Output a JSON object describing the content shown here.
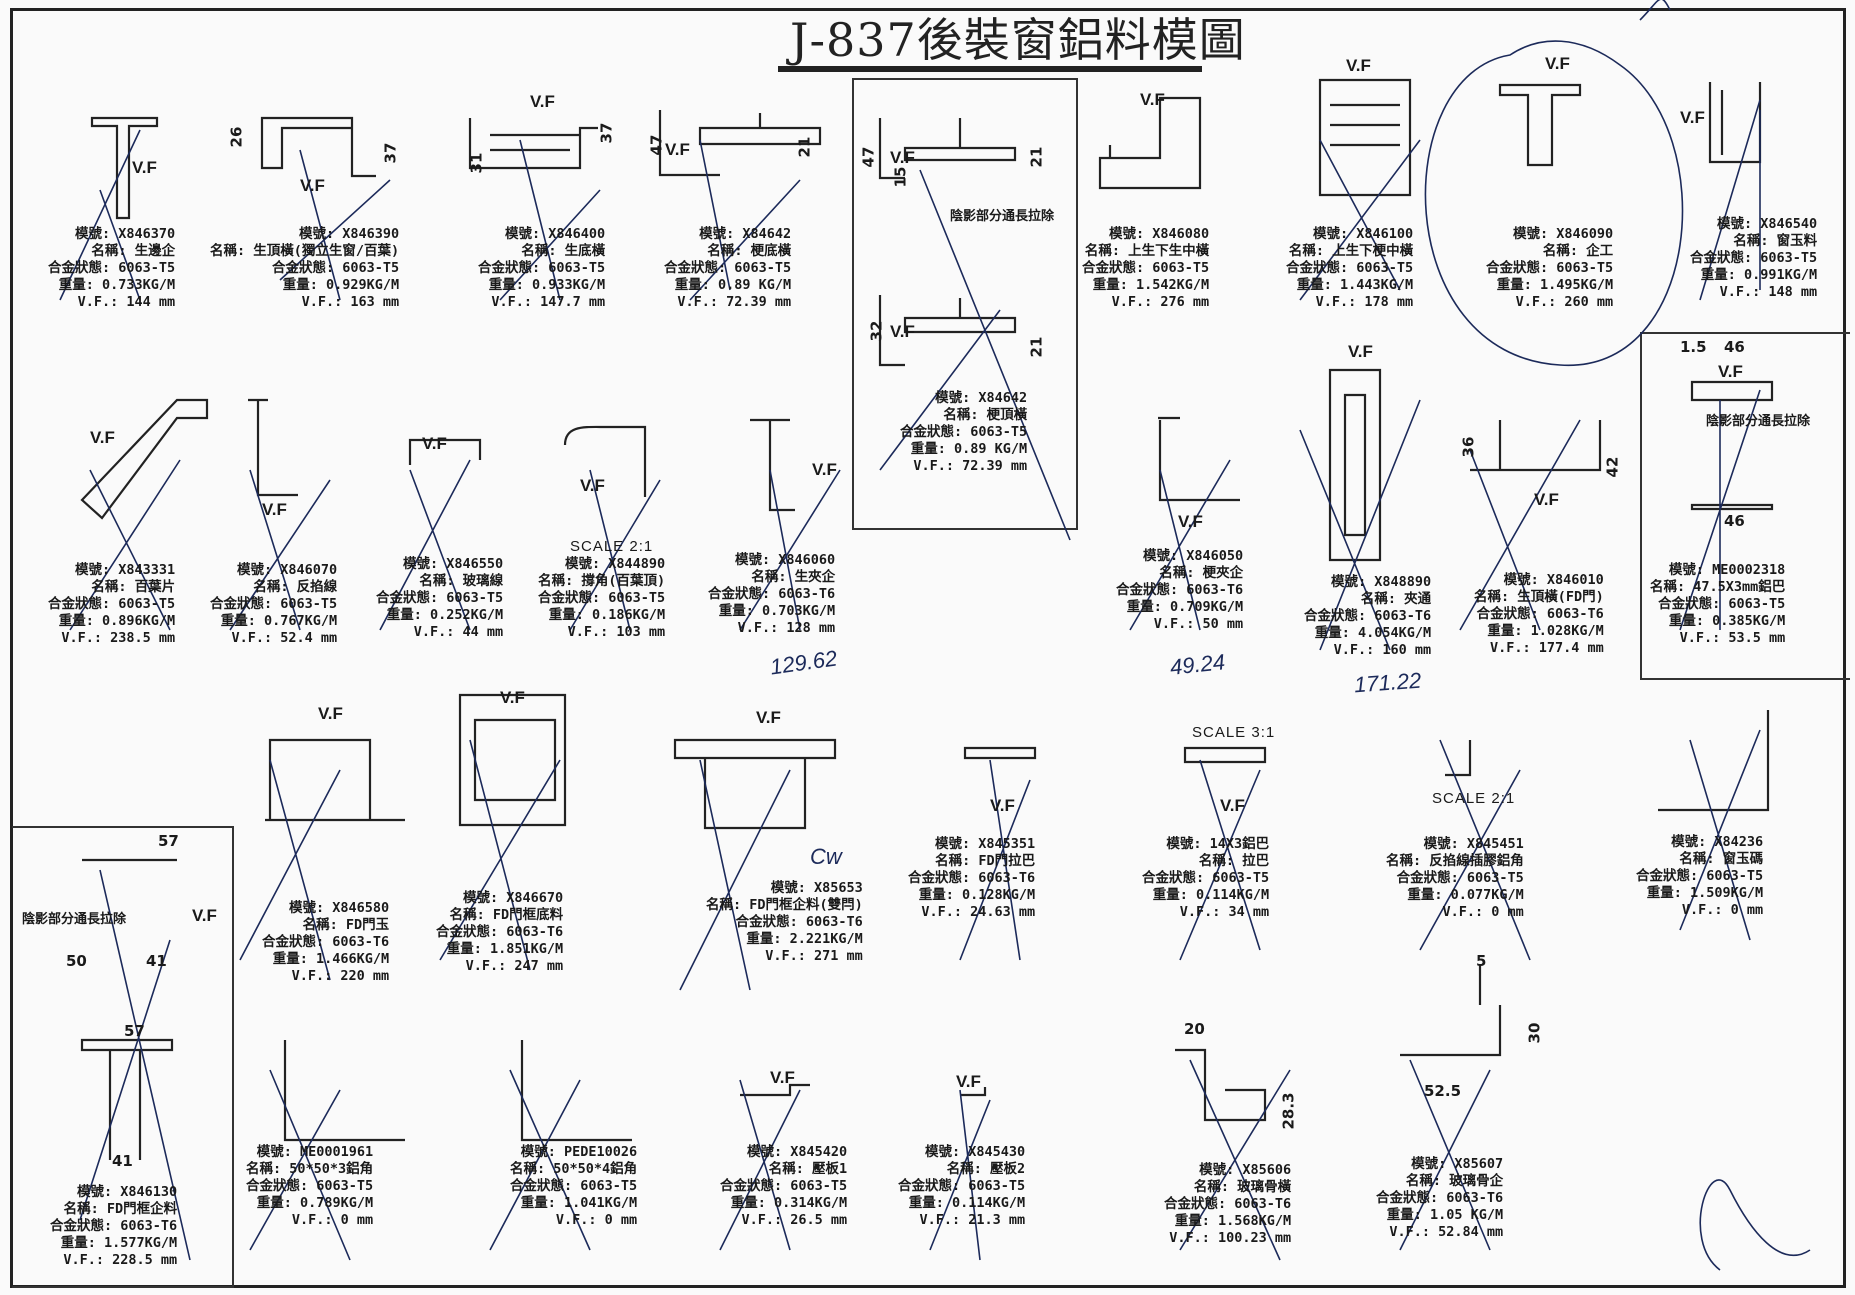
{
  "title": "J-837後裝窗鋁料模圖",
  "labels": {
    "vf": "V.F",
    "shade_note": "陰影部分通長拉除",
    "scale_2_1": "SCALE 2:1",
    "scale_3_1": "SCALE 3:1"
  },
  "parts": [
    {
      "mold": "X846370",
      "name": "生邊企",
      "alloy": "6063-T5",
      "weight": "0.733KG/M",
      "vf": "144",
      "unit": "mm"
    },
    {
      "mold": "X846390",
      "name": "生頂橫(獨立生窗/百葉)",
      "alloy": "6063-T5",
      "weight": "0.929KG/M",
      "vf": "163",
      "unit": "mm"
    },
    {
      "mold": "X846400",
      "name": "生底橫",
      "alloy": "6063-T5",
      "weight": "0.933KG/M",
      "vf": "147.7",
      "unit": "mm"
    },
    {
      "mold": "X84642",
      "name": "梗底橫",
      "alloy": "6063-T5",
      "weight": "0.89 KG/M",
      "vf": "72.39",
      "unit": "mm"
    },
    {
      "mold": "X84642",
      "name": "梗頂橫",
      "alloy": "6063-T5",
      "weight": "0.89 KG/M",
      "vf": "72.39",
      "unit": "mm"
    },
    {
      "mold": "X846080",
      "name": "上生下生中橫",
      "alloy": "6063-T5",
      "weight": "1.542KG/M",
      "vf": "276",
      "unit": "mm"
    },
    {
      "mold": "X846100",
      "name": "上生下梗中橫",
      "alloy": "6063-T5",
      "weight": "1.443KG/M",
      "vf": "178",
      "unit": "mm"
    },
    {
      "mold": "X846090",
      "name": "企工",
      "alloy": "6063-T5",
      "weight": "1.495KG/M",
      "vf": "260",
      "unit": "mm"
    },
    {
      "mold": "X846540",
      "name": "窗玉料",
      "alloy": "6063-T5",
      "weight": "0.991KG/M",
      "vf": "148",
      "unit": "mm"
    },
    {
      "mold": "X843331",
      "name": "百葉片",
      "alloy": "6063-T5",
      "weight": "0.896KG/M",
      "vf": "238.5",
      "unit": "mm"
    },
    {
      "mold": "X846070",
      "name": "反掐線",
      "alloy": "6063-T5",
      "weight": "0.767KG/M",
      "vf": "52.4",
      "unit": "mm"
    },
    {
      "mold": "X846550",
      "name": "玻璃線",
      "alloy": "6063-T5",
      "weight": "0.252KG/M",
      "vf": "44",
      "unit": "mm"
    },
    {
      "mold": "X844890",
      "name": "撐角(百葉頂)",
      "alloy": "6063-T5",
      "weight": "0.186KG/M",
      "vf": "103",
      "unit": "mm"
    },
    {
      "mold": "X846060",
      "name": "生夾企",
      "alloy": "6063-T6",
      "weight": "0.703KG/M",
      "vf": "128",
      "unit": "mm"
    },
    {
      "mold": "X846050",
      "name": "梗夾企",
      "alloy": "6063-T6",
      "weight": "0.709KG/M",
      "vf": "50",
      "unit": "mm"
    },
    {
      "mold": "X848890",
      "name": "夾通",
      "alloy": "6063-T6",
      "weight": "4.054KG/M",
      "vf": "160",
      "unit": "mm"
    },
    {
      "mold": "X846010",
      "name": "生頂橫(FD門)",
      "alloy": "6063-T6",
      "weight": "1.028KG/M",
      "vf": "177.4",
      "unit": "mm"
    },
    {
      "mold": "ME0002318",
      "name": "47.5X3mm鋁巴",
      "alloy": "6063-T5",
      "weight": "0.385KG/M",
      "vf": "53.5",
      "unit": "mm"
    },
    {
      "mold": "X846580",
      "name": "FD門玉",
      "alloy": "6063-T6",
      "weight": "1.466KG/M",
      "vf": "220",
      "unit": "mm"
    },
    {
      "mold": "X846670",
      "name": "FD門框底料",
      "alloy": "6063-T6",
      "weight": "1.851KG/M",
      "vf": "247",
      "unit": "mm"
    },
    {
      "mold": "X85653",
      "name": "FD門框企料(雙閂)",
      "alloy": "6063-T6",
      "weight": "2.221KG/M",
      "vf": "271",
      "unit": "mm"
    },
    {
      "mold": "X845351",
      "name": "FD門拉巴",
      "alloy": "6063-T6",
      "weight": "0.128KG/M",
      "vf": "24.63",
      "unit": "mm"
    },
    {
      "mold": "14X3鋁巴",
      "name": "拉巴",
      "alloy": "6063-T5",
      "weight": "0.114KG/M",
      "vf": "34",
      "unit": "mm"
    },
    {
      "mold": "X845451",
      "name": "反掐線插膠鋁角",
      "alloy": "6063-T5",
      "weight": "0.077KG/M",
      "vf": "0",
      "unit": "mm"
    },
    {
      "mold": "X84236",
      "name": "窗玉碼",
      "alloy": "6063-T5",
      "weight": "1.509KG/M",
      "vf": "0",
      "unit": "mm"
    },
    {
      "mold": "X846130",
      "name": "FD門框企料",
      "alloy": "6063-T6",
      "weight": "1.577KG/M",
      "vf": "228.5",
      "unit": "mm"
    },
    {
      "mold": "ME0001961",
      "name": "50*50*3鋁角",
      "alloy": "6063-T5",
      "weight": "0.789KG/M",
      "vf": "0",
      "unit": "mm"
    },
    {
      "mold": "PEDE10026",
      "name": "50*50*4鋁角",
      "alloy": "6063-T5",
      "weight": "1.041KG/M",
      "vf": "0",
      "unit": "mm"
    },
    {
      "mold": "X845420",
      "name": "壓板1",
      "alloy": "6063-T5",
      "weight": "0.314KG/M",
      "vf": "26.5",
      "unit": "mm"
    },
    {
      "mold": "X845430",
      "name": "壓板2",
      "alloy": "6063-T5",
      "weight": "0.114KG/M",
      "vf": "21.3",
      "unit": "mm"
    },
    {
      "mold": "X85606",
      "name": "玻璃骨橫",
      "alloy": "6063-T6",
      "weight": "1.568KG/M",
      "vf": "100.23",
      "unit": "mm"
    },
    {
      "mold": "X85607",
      "name": "玻璃骨企",
      "alloy": "6063-T6",
      "weight": "1.05 KG/M",
      "vf": "52.84",
      "unit": "mm"
    }
  ],
  "spec_keys": {
    "mold": "模號:",
    "name": "名稱:",
    "alloy": "合金狀態:",
    "weight": "重量:",
    "vf": "V.F.:"
  },
  "dims": {
    "d26": "26",
    "d37": "37",
    "d31": "31",
    "d47": "47",
    "d21": "21",
    "d15": "15",
    "d32": "32",
    "d36": "36",
    "d42": "42",
    "d1_5": "1.5",
    "d46": "46",
    "d57": "57",
    "d50": "50",
    "d41": "41",
    "d20": "20",
    "d28_3": "28.3",
    "d5": "5",
    "d30": "30",
    "d52_5": "52.5"
  },
  "handwritten": {
    "h1": "129.62",
    "h2": "49.24",
    "h3": "171.22",
    "h4": "Cw"
  }
}
